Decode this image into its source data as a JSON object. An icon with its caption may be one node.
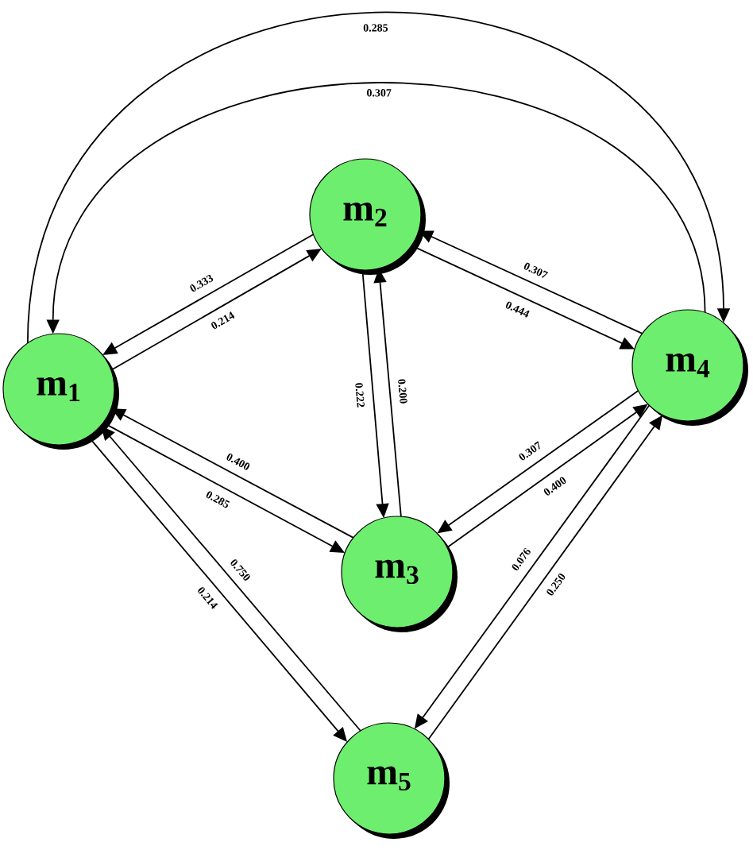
{
  "diagram": {
    "nodes": [
      {
        "text": [
          "m$_{1}$"
        ]
      },
      {
        "text": [
          "m$_{2}$"
        ]
      },
      {
        "text": [
          "m$_{3}$"
        ]
      },
      {
        "text": [
          "m$_{4}$"
        ]
      },
      {
        "text": [
          "m$_{5}$"
        ]
      }
    ],
    "edges": [
      {
        "from": 0,
        "to": 3,
        "arrow": "to",
        "label": "0.285"
      },
      {
        "from": 3,
        "to": 0,
        "arrow": "to",
        "label": "0.307"
      },
      {
        "from": 1,
        "to": 0,
        "arrow": "to",
        "label": "0.333"
      },
      {
        "from": 0,
        "to": 1,
        "arrow": "to",
        "label": "0.214"
      },
      {
        "from": 3,
        "to": 1,
        "arrow": "to",
        "label": "0.307"
      },
      {
        "from": 1,
        "to": 3,
        "arrow": "to",
        "label": "0.444"
      },
      {
        "from": 1,
        "to": 2,
        "arrow": "to",
        "label": "0.222"
      },
      {
        "from": 2,
        "to": 1,
        "arrow": "to",
        "label": "0.200"
      },
      {
        "from": 2,
        "to": 0,
        "arrow": "to",
        "label": "0.400"
      },
      {
        "from": 0,
        "to": 2,
        "arrow": "to",
        "label": "0.285"
      },
      {
        "from": 3,
        "to": 2,
        "arrow": "to",
        "label": "0.307"
      },
      {
        "from": 2,
        "to": 3,
        "arrow": "to",
        "label": "0.400"
      },
      {
        "from": 0,
        "to": 4,
        "arrow": "to",
        "label": "0.214"
      },
      {
        "from": 4,
        "to": 0,
        "arrow": "to",
        "label": "0.750"
      },
      {
        "from": 3,
        "to": 4,
        "arrow": "to",
        "label": "0.076"
      },
      {
        "from": 4,
        "to": 3,
        "arrow": "to",
        "label": "0.250"
      }
    ]
  }
}
